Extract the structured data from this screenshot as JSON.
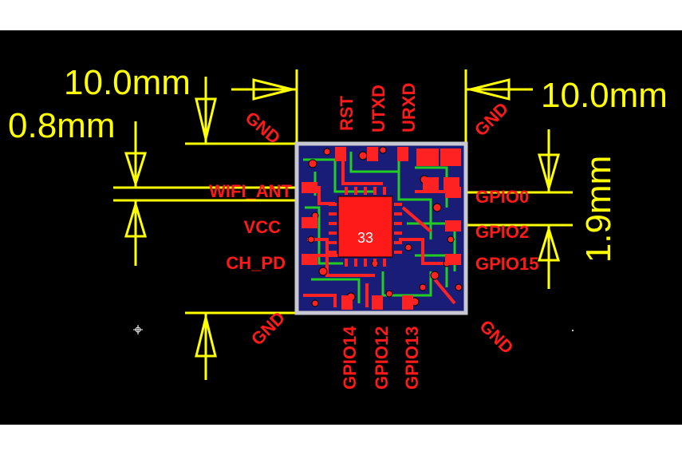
{
  "dimensions": {
    "width_top_left": "10.0mm",
    "width_top_right": "10.0mm",
    "pin_width": "0.8mm",
    "pin_pitch": "1.9mm"
  },
  "pins": {
    "top": [
      "RST",
      "UTXD",
      "URXD"
    ],
    "left": [
      "WIFI_ANT",
      "VCC",
      "CH_PD"
    ],
    "right": [
      "GPIO0",
      "GPIO2",
      "GPIO15"
    ],
    "bottom": [
      "GPIO14",
      "GPIO12",
      "GPIO13"
    ],
    "gnd_label": "GND"
  },
  "chip_label": "33",
  "colors": {
    "background": "#000000",
    "dimension": "#ffff00",
    "pin_label": "#ff1a1a",
    "pad": "#ff1a1a",
    "trace_green": "#22cc22",
    "board_outline": "#c8c8d2"
  }
}
